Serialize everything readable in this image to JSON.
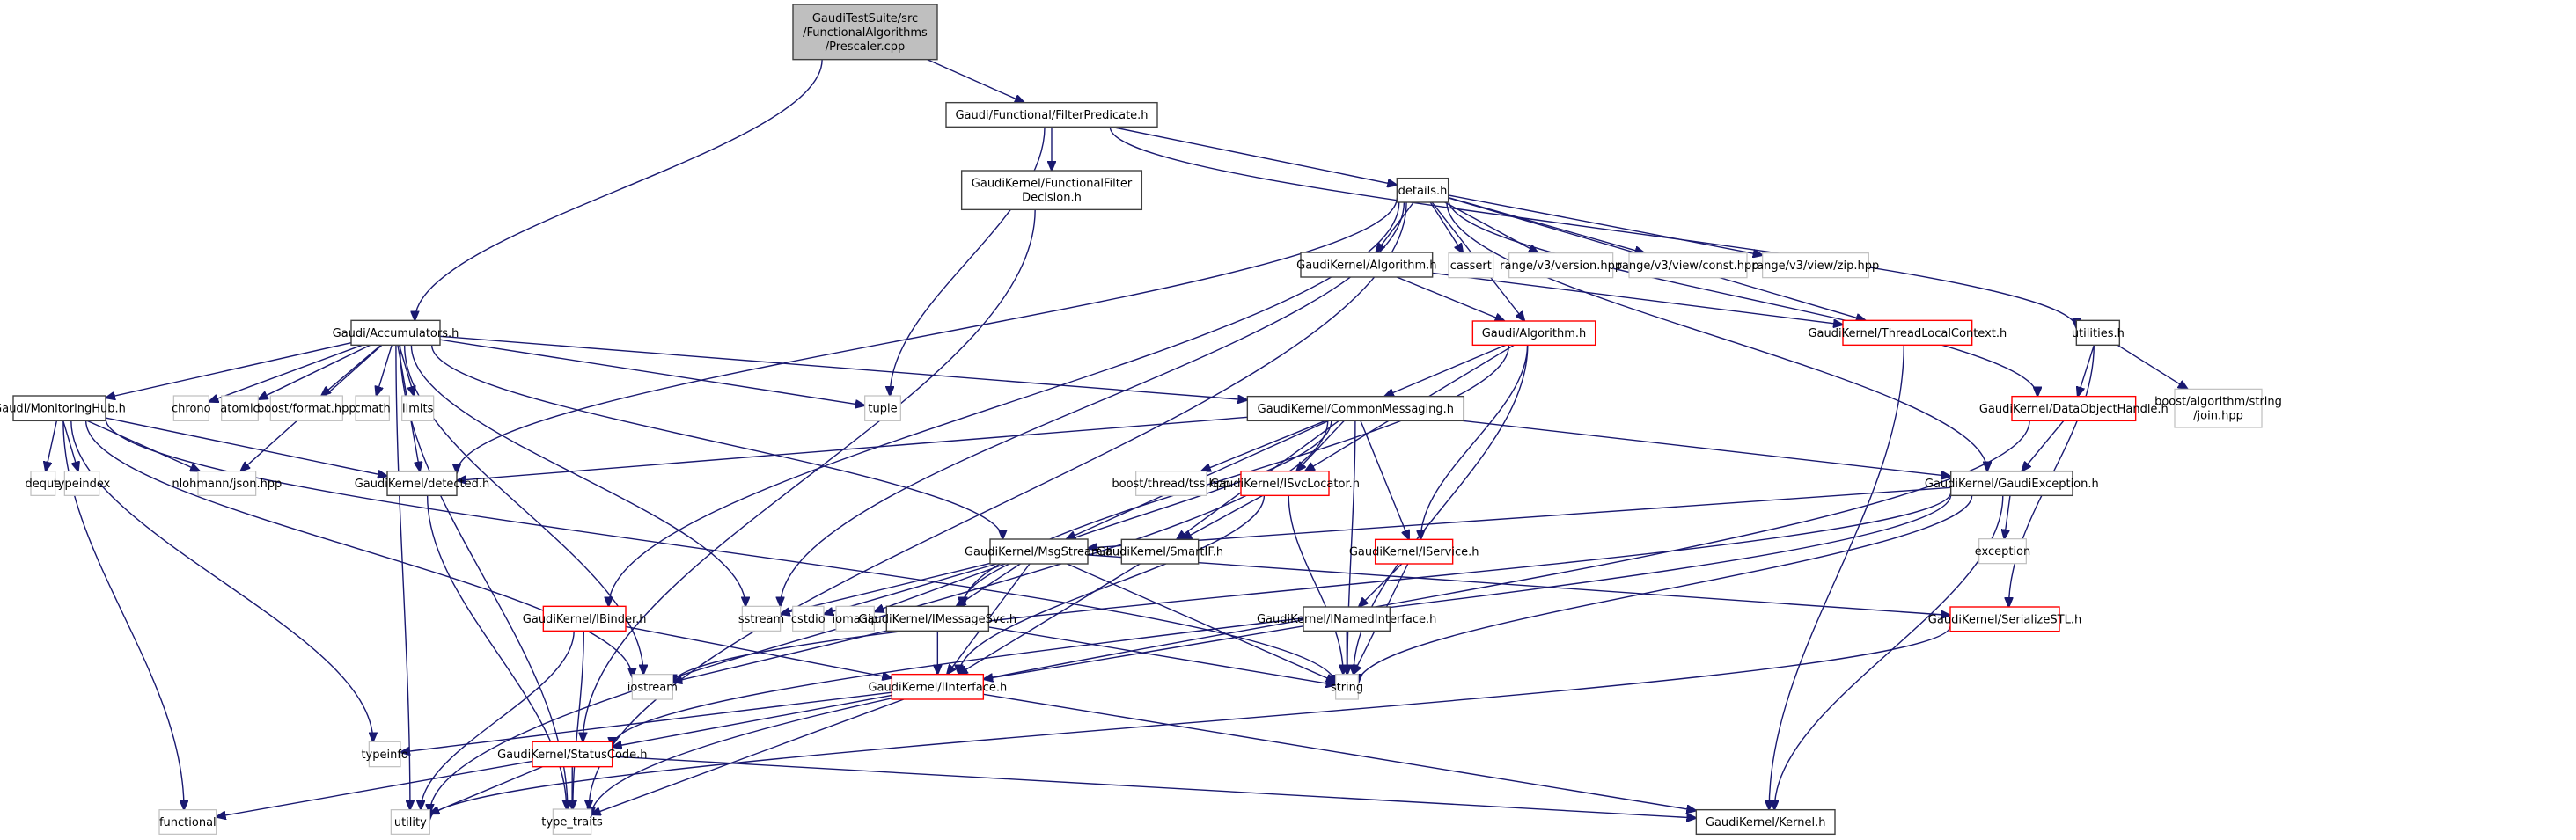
{
  "diagram": {
    "title": "Include dependency graph for Prescaler.cpp",
    "colors": {
      "edge": "#191970",
      "root_fill": "#bfbfbf",
      "root_border": "#404040",
      "documented_border": "#404040",
      "truncated_border": "#ff0000",
      "external_border": "#bfbfbf"
    },
    "nodes": [
      {
        "id": "root",
        "lines": [
          "GaudiTestSuite/src",
          "/FunctionalAlgorithms",
          "/Prescaler.cpp"
        ],
        "kind": "root"
      },
      {
        "id": "filterpredicate",
        "lines": [
          "Gaudi/Functional/FilterPredicate.h"
        ],
        "kind": "documented"
      },
      {
        "id": "ffd",
        "lines": [
          "GaudiKernel/FunctionalFilter",
          "Decision.h"
        ],
        "kind": "documented"
      },
      {
        "id": "details",
        "lines": [
          "details.h"
        ],
        "kind": "documented"
      },
      {
        "id": "accumulators",
        "lines": [
          "Gaudi/Accumulators.h"
        ],
        "kind": "documented"
      },
      {
        "id": "gk_algorithm",
        "lines": [
          "GaudiKernel/Algorithm.h"
        ],
        "kind": "documented"
      },
      {
        "id": "cassert",
        "lines": [
          "cassert"
        ],
        "kind": "external"
      },
      {
        "id": "rv3version",
        "lines": [
          "range/v3/version.hpp"
        ],
        "kind": "external"
      },
      {
        "id": "rv3const",
        "lines": [
          "range/v3/view/const.hpp"
        ],
        "kind": "external"
      },
      {
        "id": "rv3zip",
        "lines": [
          "range/v3/view/zip.hpp"
        ],
        "kind": "external"
      },
      {
        "id": "gaudi_algorithm",
        "lines": [
          "Gaudi/Algorithm.h"
        ],
        "kind": "truncated"
      },
      {
        "id": "tlc",
        "lines": [
          "GaudiKernel/ThreadLocalContext.h"
        ],
        "kind": "truncated"
      },
      {
        "id": "utilities",
        "lines": [
          "utilities.h"
        ],
        "kind": "documented"
      },
      {
        "id": "doh",
        "lines": [
          "GaudiKernel/DataObjectHandle.h"
        ],
        "kind": "truncated"
      },
      {
        "id": "joinhpp",
        "lines": [
          "boost/algorithm/string",
          "/join.hpp"
        ],
        "kind": "external"
      },
      {
        "id": "monhub",
        "lines": [
          "Gaudi/MonitoringHub.h"
        ],
        "kind": "documented"
      },
      {
        "id": "chrono",
        "lines": [
          "chrono"
        ],
        "kind": "external"
      },
      {
        "id": "atomic",
        "lines": [
          "atomic"
        ],
        "kind": "external"
      },
      {
        "id": "boostformat",
        "lines": [
          "boost/format.hpp"
        ],
        "kind": "external"
      },
      {
        "id": "cmath",
        "lines": [
          "cmath"
        ],
        "kind": "external"
      },
      {
        "id": "limits",
        "lines": [
          "limits"
        ],
        "kind": "external"
      },
      {
        "id": "tuple",
        "lines": [
          "tuple"
        ],
        "kind": "external"
      },
      {
        "id": "commonmsg",
        "lines": [
          "GaudiKernel/CommonMessaging.h"
        ],
        "kind": "documented"
      },
      {
        "id": "gaudiexc",
        "lines": [
          "GaudiKernel/GaudiException.h"
        ],
        "kind": "documented"
      },
      {
        "id": "deque",
        "lines": [
          "deque"
        ],
        "kind": "external"
      },
      {
        "id": "typeindex",
        "lines": [
          "typeindex"
        ],
        "kind": "external"
      },
      {
        "id": "json",
        "lines": [
          "nlohmann/json.hpp"
        ],
        "kind": "external"
      },
      {
        "id": "detected",
        "lines": [
          "GaudiKernel/detected.h"
        ],
        "kind": "documented"
      },
      {
        "id": "tss",
        "lines": [
          "boost/thread/tss.hpp"
        ],
        "kind": "external"
      },
      {
        "id": "isvcloc",
        "lines": [
          "GaudiKernel/ISvcLocator.h"
        ],
        "kind": "truncated"
      },
      {
        "id": "exception",
        "lines": [
          "exception"
        ],
        "kind": "external"
      },
      {
        "id": "msgstream",
        "lines": [
          "GaudiKernel/MsgStream.h"
        ],
        "kind": "documented"
      },
      {
        "id": "smartif",
        "lines": [
          "GaudiKernel/SmartIF.h"
        ],
        "kind": "documented"
      },
      {
        "id": "iservice",
        "lines": [
          "GaudiKernel/IService.h"
        ],
        "kind": "truncated"
      },
      {
        "id": "ibinder",
        "lines": [
          "GaudiKernel/IBinder.h"
        ],
        "kind": "truncated"
      },
      {
        "id": "sstream",
        "lines": [
          "sstream"
        ],
        "kind": "external"
      },
      {
        "id": "cstdio",
        "lines": [
          "cstdio"
        ],
        "kind": "external"
      },
      {
        "id": "iomanip",
        "lines": [
          "iomanip"
        ],
        "kind": "external"
      },
      {
        "id": "imsgsvc",
        "lines": [
          "GaudiKernel/IMessageSvc.h"
        ],
        "kind": "documented"
      },
      {
        "id": "inamed",
        "lines": [
          "GaudiKernel/INamedInterface.h"
        ],
        "kind": "documented"
      },
      {
        "id": "serializestl",
        "lines": [
          "GaudiKernel/SerializeSTL.h"
        ],
        "kind": "truncated"
      },
      {
        "id": "iostream",
        "lines": [
          "iostream"
        ],
        "kind": "external"
      },
      {
        "id": "iinterface",
        "lines": [
          "GaudiKernel/IInterface.h"
        ],
        "kind": "truncated"
      },
      {
        "id": "string",
        "lines": [
          "string"
        ],
        "kind": "external"
      },
      {
        "id": "typeinfo",
        "lines": [
          "typeinfo"
        ],
        "kind": "external"
      },
      {
        "id": "statuscode",
        "lines": [
          "GaudiKernel/StatusCode.h"
        ],
        "kind": "truncated"
      },
      {
        "id": "functional",
        "lines": [
          "functional"
        ],
        "kind": "external"
      },
      {
        "id": "utility",
        "lines": [
          "utility"
        ],
        "kind": "external"
      },
      {
        "id": "type_traits",
        "lines": [
          "type_traits"
        ],
        "kind": "external"
      },
      {
        "id": "kernel",
        "lines": [
          "GaudiKernel/Kernel.h"
        ],
        "kind": "documented"
      }
    ],
    "edges": [
      [
        "root",
        "filterpredicate"
      ],
      [
        "root",
        "accumulators"
      ],
      [
        "filterpredicate",
        "ffd"
      ],
      [
        "filterpredicate",
        "details"
      ],
      [
        "filterpredicate",
        "tuple"
      ],
      [
        "filterpredicate",
        "utilities"
      ],
      [
        "ffd",
        "statuscode"
      ],
      [
        "details",
        "gk_algorithm"
      ],
      [
        "details",
        "cassert"
      ],
      [
        "details",
        "rv3version"
      ],
      [
        "details",
        "rv3const"
      ],
      [
        "details",
        "rv3zip"
      ],
      [
        "details",
        "gaudi_algorithm"
      ],
      [
        "details",
        "tlc"
      ],
      [
        "details",
        "doh"
      ],
      [
        "details",
        "gaudiexc"
      ],
      [
        "details",
        "detected"
      ],
      [
        "details",
        "ibinder"
      ],
      [
        "details",
        "sstream"
      ],
      [
        "details",
        "type_traits"
      ],
      [
        "gk_algorithm",
        "gaudi_algorithm"
      ],
      [
        "gk_algorithm",
        "tlc"
      ],
      [
        "gaudi_algorithm",
        "commonmsg"
      ],
      [
        "gaudi_algorithm",
        "isvcloc"
      ],
      [
        "gaudi_algorithm",
        "iservice"
      ],
      [
        "gaudi_algorithm",
        "imsgsvc"
      ],
      [
        "gaudi_algorithm",
        "string"
      ],
      [
        "tlc",
        "kernel"
      ],
      [
        "utilities",
        "doh"
      ],
      [
        "utilities",
        "joinhpp"
      ],
      [
        "utilities",
        "serializestl"
      ],
      [
        "doh",
        "gaudiexc"
      ],
      [
        "doh",
        "type_traits"
      ],
      [
        "accumulators",
        "monhub"
      ],
      [
        "accumulators",
        "chrono"
      ],
      [
        "accumulators",
        "atomic"
      ],
      [
        "accumulators",
        "boostformat"
      ],
      [
        "accumulators",
        "cmath"
      ],
      [
        "accumulators",
        "limits"
      ],
      [
        "accumulators",
        "tuple"
      ],
      [
        "accumulators",
        "commonmsg"
      ],
      [
        "accumulators",
        "json"
      ],
      [
        "accumulators",
        "detected"
      ],
      [
        "accumulators",
        "msgstream"
      ],
      [
        "accumulators",
        "iostream"
      ],
      [
        "accumulators",
        "sstream"
      ],
      [
        "accumulators",
        "utility"
      ],
      [
        "accumulators",
        "type_traits"
      ],
      [
        "monhub",
        "deque"
      ],
      [
        "monhub",
        "typeindex"
      ],
      [
        "monhub",
        "json"
      ],
      [
        "monhub",
        "detected"
      ],
      [
        "monhub",
        "functional"
      ],
      [
        "monhub",
        "typeinfo"
      ],
      [
        "monhub",
        "iostream"
      ],
      [
        "monhub",
        "string"
      ],
      [
        "commonmsg",
        "detected"
      ],
      [
        "commonmsg",
        "tss"
      ],
      [
        "commonmsg",
        "isvcloc"
      ],
      [
        "commonmsg",
        "gaudiexc"
      ],
      [
        "commonmsg",
        "msgstream"
      ],
      [
        "commonmsg",
        "smartif"
      ],
      [
        "commonmsg",
        "iservice"
      ],
      [
        "commonmsg",
        "imsgsvc"
      ],
      [
        "commonmsg",
        "utility"
      ],
      [
        "commonmsg",
        "string"
      ],
      [
        "gaudiexc",
        "exception"
      ],
      [
        "gaudiexc",
        "msgstream"
      ],
      [
        "gaudiexc",
        "statuscode"
      ],
      [
        "gaudiexc",
        "iostream"
      ],
      [
        "gaudiexc",
        "string"
      ],
      [
        "gaudiexc",
        "kernel"
      ],
      [
        "detected",
        "type_traits"
      ],
      [
        "isvcloc",
        "smartif"
      ],
      [
        "isvcloc",
        "iinterface"
      ],
      [
        "isvcloc",
        "string"
      ],
      [
        "msgstream",
        "sstream"
      ],
      [
        "msgstream",
        "cstdio"
      ],
      [
        "msgstream",
        "iomanip"
      ],
      [
        "msgstream",
        "imsgsvc"
      ],
      [
        "msgstream",
        "iinterface"
      ],
      [
        "msgstream",
        "serializestl"
      ],
      [
        "msgstream",
        "string"
      ],
      [
        "smartif",
        "iinterface"
      ],
      [
        "iservice",
        "inamed"
      ],
      [
        "iservice",
        "string"
      ],
      [
        "ibinder",
        "iinterface"
      ],
      [
        "ibinder",
        "utility"
      ],
      [
        "ibinder",
        "type_traits"
      ],
      [
        "imsgsvc",
        "iinterface"
      ],
      [
        "imsgsvc",
        "iostream"
      ],
      [
        "imsgsvc",
        "string"
      ],
      [
        "inamed",
        "iinterface"
      ],
      [
        "inamed",
        "string"
      ],
      [
        "serializestl",
        "utility"
      ],
      [
        "iinterface",
        "statuscode"
      ],
      [
        "iinterface",
        "typeinfo"
      ],
      [
        "iinterface",
        "type_traits"
      ],
      [
        "iinterface",
        "kernel"
      ],
      [
        "statuscode",
        "functional"
      ],
      [
        "statuscode",
        "utility"
      ],
      [
        "statuscode",
        "type_traits"
      ],
      [
        "statuscode",
        "kernel"
      ]
    ]
  }
}
